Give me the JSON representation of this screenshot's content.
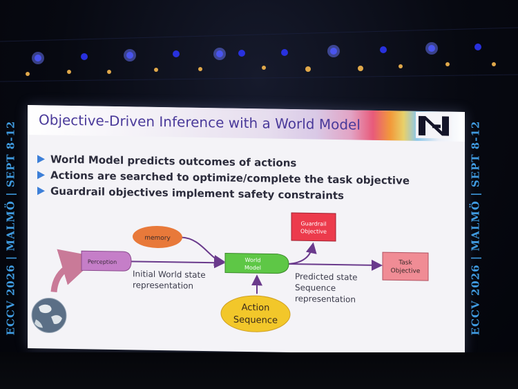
{
  "banners": {
    "left": "ECCV 2026 | MALMÖ | SEPT 8-12",
    "right": "ECCV 2026 | MALMÖ | SEPT 8-12"
  },
  "slide": {
    "title": "Objective-Driven Inference with a World Model",
    "bullets": [
      "World Model predicts outcomes of actions",
      "Actions are searched to optimize/complete the task objective",
      "Guardrail objectives implement safety constraints"
    ]
  },
  "diagram": {
    "nodes": {
      "memory": "memory",
      "perception": "Perception",
      "world_model_line1": "World",
      "world_model_line2": "Model",
      "guardrail_line1": "Guardrail",
      "guardrail_line2": "Objective",
      "task_line1": "Task",
      "task_line2": "Objective",
      "action_line1": "Action",
      "action_line2": "Sequence"
    },
    "labels": {
      "initial_line1": "Initial World state",
      "initial_line2": "representation",
      "predicted_line1": "Predicted state",
      "predicted_line2": "Sequence",
      "predicted_line3": "representation"
    },
    "colors": {
      "memory": "#e8793a",
      "perception": "#c57ec8",
      "world_model": "#5ec746",
      "guardrail": "#ec3b4c",
      "task": "#f08c95",
      "action": "#f2c72a",
      "arrow": "#6a3a8c",
      "input_arrow": "#c97a98"
    },
    "icons": {
      "input": "earth-globe-icon"
    }
  }
}
